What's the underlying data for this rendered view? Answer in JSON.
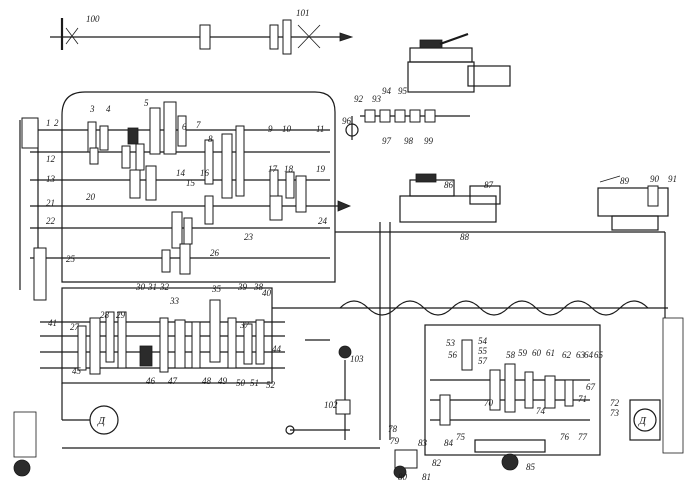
{
  "motor_symbol": "Д",
  "labels": [
    {
      "id": "n100",
      "text": "100"
    },
    {
      "id": "n101",
      "text": "101"
    },
    {
      "id": "n1",
      "text": "1"
    },
    {
      "id": "n2",
      "text": "2"
    },
    {
      "id": "n3",
      "text": "3"
    },
    {
      "id": "n4",
      "text": "4"
    },
    {
      "id": "n5",
      "text": "5"
    },
    {
      "id": "n6",
      "text": "6"
    },
    {
      "id": "n7",
      "text": "7"
    },
    {
      "id": "n8",
      "text": "8"
    },
    {
      "id": "n9",
      "text": "9"
    },
    {
      "id": "n10",
      "text": "10"
    },
    {
      "id": "n11",
      "text": "11"
    },
    {
      "id": "n12",
      "text": "12"
    },
    {
      "id": "n13",
      "text": "13"
    },
    {
      "id": "n14",
      "text": "14"
    },
    {
      "id": "n15",
      "text": "15"
    },
    {
      "id": "n16",
      "text": "16"
    },
    {
      "id": "n17",
      "text": "17"
    },
    {
      "id": "n18",
      "text": "18"
    },
    {
      "id": "n19",
      "text": "19"
    },
    {
      "id": "n20",
      "text": "20"
    },
    {
      "id": "n21",
      "text": "21"
    },
    {
      "id": "n22",
      "text": "22"
    },
    {
      "id": "n23",
      "text": "23"
    },
    {
      "id": "n24",
      "text": "24"
    },
    {
      "id": "n25",
      "text": "25"
    },
    {
      "id": "n26",
      "text": "26"
    },
    {
      "id": "n27",
      "text": "27"
    },
    {
      "id": "n28",
      "text": "28"
    },
    {
      "id": "n29",
      "text": "29"
    },
    {
      "id": "n30",
      "text": "30"
    },
    {
      "id": "n31",
      "text": "31"
    },
    {
      "id": "n32",
      "text": "32"
    },
    {
      "id": "n33",
      "text": "33"
    },
    {
      "id": "n35",
      "text": "35"
    },
    {
      "id": "n37",
      "text": "37"
    },
    {
      "id": "n38",
      "text": "38"
    },
    {
      "id": "n39",
      "text": "39"
    },
    {
      "id": "n40",
      "text": "40"
    },
    {
      "id": "n41",
      "text": "41"
    },
    {
      "id": "n44",
      "text": "44"
    },
    {
      "id": "n45",
      "text": "45"
    },
    {
      "id": "n46",
      "text": "46"
    },
    {
      "id": "n47",
      "text": "47"
    },
    {
      "id": "n48",
      "text": "48"
    },
    {
      "id": "n49",
      "text": "49"
    },
    {
      "id": "n50",
      "text": "50"
    },
    {
      "id": "n51",
      "text": "51"
    },
    {
      "id": "n52",
      "text": "52"
    },
    {
      "id": "n53",
      "text": "53"
    },
    {
      "id": "n54",
      "text": "54"
    },
    {
      "id": "n55",
      "text": "55"
    },
    {
      "id": "n56",
      "text": "56"
    },
    {
      "id": "n57",
      "text": "57"
    },
    {
      "id": "n58",
      "text": "58"
    },
    {
      "id": "n59",
      "text": "59"
    },
    {
      "id": "n60",
      "text": "60"
    },
    {
      "id": "n61",
      "text": "61"
    },
    {
      "id": "n62",
      "text": "62"
    },
    {
      "id": "n63",
      "text": "63"
    },
    {
      "id": "n64",
      "text": "64"
    },
    {
      "id": "n65",
      "text": "65"
    },
    {
      "id": "n67",
      "text": "67"
    },
    {
      "id": "n70",
      "text": "70"
    },
    {
      "id": "n71",
      "text": "71"
    },
    {
      "id": "n72",
      "text": "72"
    },
    {
      "id": "n73",
      "text": "73"
    },
    {
      "id": "n74",
      "text": "74"
    },
    {
      "id": "n75",
      "text": "75"
    },
    {
      "id": "n76",
      "text": "76"
    },
    {
      "id": "n77",
      "text": "77"
    },
    {
      "id": "n78",
      "text": "78"
    },
    {
      "id": "n79",
      "text": "79"
    },
    {
      "id": "n80",
      "text": "80"
    },
    {
      "id": "n81",
      "text": "81"
    },
    {
      "id": "n82",
      "text": "82"
    },
    {
      "id": "n83",
      "text": "83"
    },
    {
      "id": "n84",
      "text": "84"
    },
    {
      "id": "n85",
      "text": "85"
    },
    {
      "id": "n86",
      "text": "86"
    },
    {
      "id": "n87",
      "text": "87"
    },
    {
      "id": "n88",
      "text": "88"
    },
    {
      "id": "n89",
      "text": "89"
    },
    {
      "id": "n90",
      "text": "90"
    },
    {
      "id": "n91",
      "text": "91"
    },
    {
      "id": "n92",
      "text": "92"
    },
    {
      "id": "n93",
      "text": "93"
    },
    {
      "id": "n94",
      "text": "94"
    },
    {
      "id": "n95",
      "text": "95"
    },
    {
      "id": "n96",
      "text": "96"
    },
    {
      "id": "n97",
      "text": "97"
    },
    {
      "id": "n98",
      "text": "98"
    },
    {
      "id": "n99",
      "text": "99"
    },
    {
      "id": "n102",
      "text": "102"
    },
    {
      "id": "n103",
      "text": "103"
    }
  ]
}
